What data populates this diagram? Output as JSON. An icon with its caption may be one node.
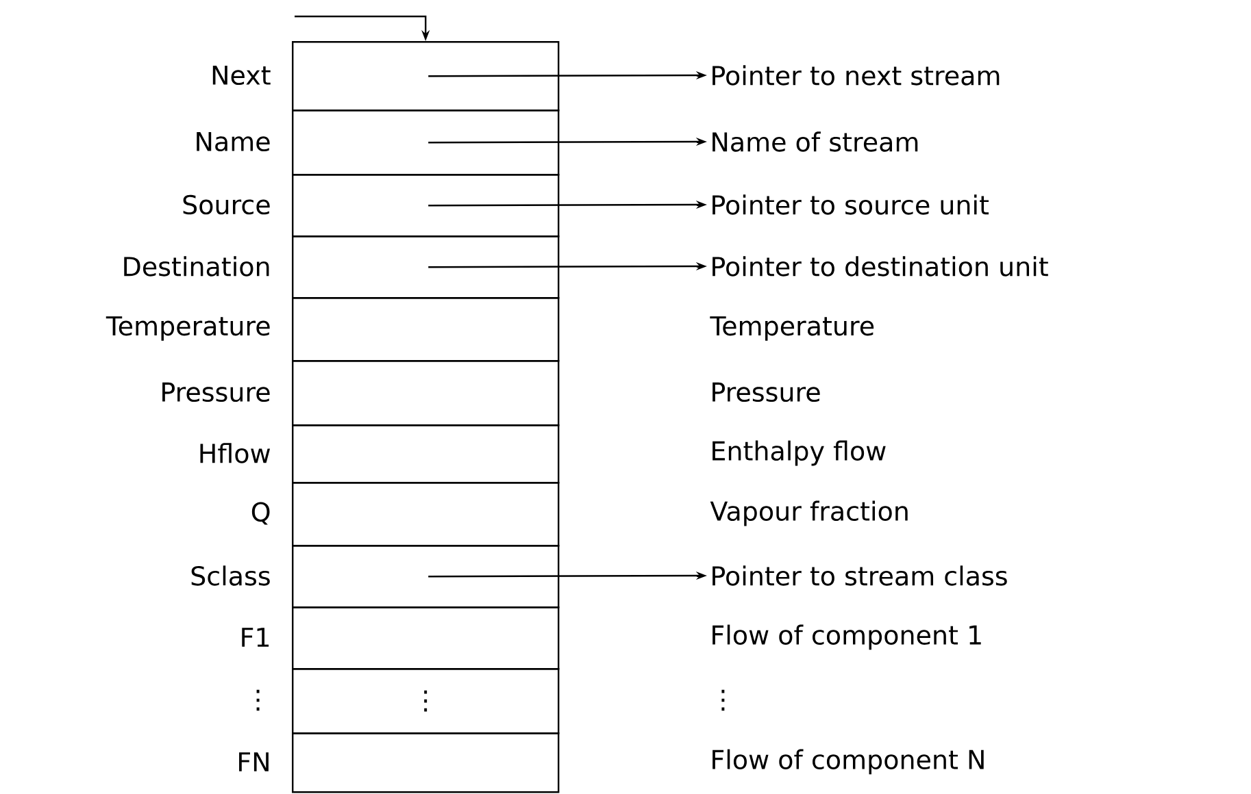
{
  "diagram": {
    "nodes": [
      {
        "text": [],
        "shape": "box",
        "beside": [
          "Next"
        ]
      },
      {
        "text": [],
        "shape": "box",
        "beside": [
          "Name"
        ]
      },
      {
        "text": [],
        "shape": "box",
        "beside": [
          "Source"
        ]
      },
      {
        "text": [],
        "shape": "box",
        "beside": [
          "Destination"
        ]
      },
      {
        "text": [],
        "shape": "box",
        "beside": [
          "Temperature"
        ]
      },
      {
        "text": [],
        "shape": "box",
        "beside": [
          "Pressure"
        ]
      },
      {
        "text": [],
        "shape": "box",
        "beside": [
          "Hflow"
        ]
      },
      {
        "text": [],
        "shape": "box",
        "beside": [
          "Q"
        ]
      },
      {
        "text": [],
        "shape": "box",
        "beside": [
          "Sclass"
        ]
      },
      {
        "text": [],
        "shape": "box",
        "beside": [
          "F1"
        ]
      },
      {
        "text": [
          "⋮"
        ],
        "beside": [
          "⋮"
        ]
      },
      {
        "text": [],
        "shape": "box",
        "beside": [
          "FN"
        ]
      },
      {
        "text": [
          "Pointer to next stream"
        ]
      },
      {
        "text": [
          "Name of stream"
        ]
      },
      {
        "text": [
          "Pointer to source unit"
        ]
      },
      {
        "text": [
          "Pointer to destination unit"
        ]
      },
      {
        "text": [
          "Pointer to stream class"
        ]
      }
    ],
    "edges": [
      {
        "from": null,
        "to": 0,
        "arrow": "to"
      },
      {
        "from": 0,
        "to": 12,
        "arrow": "to"
      },
      {
        "from": 1,
        "to": 13,
        "arrow": "to"
      },
      {
        "from": 2,
        "to": 14,
        "arrow": "to"
      },
      {
        "from": 3,
        "to": 15,
        "arrow": "to"
      },
      {
        "from": 8,
        "to": 16,
        "arrow": "to"
      }
    ],
    "labels": [
      "Temperature",
      "Pressure",
      "Enthalpy flow",
      "Vapour fraction",
      "Flow of component 1",
      "⋮",
      "Flow of component N"
    ]
  }
}
